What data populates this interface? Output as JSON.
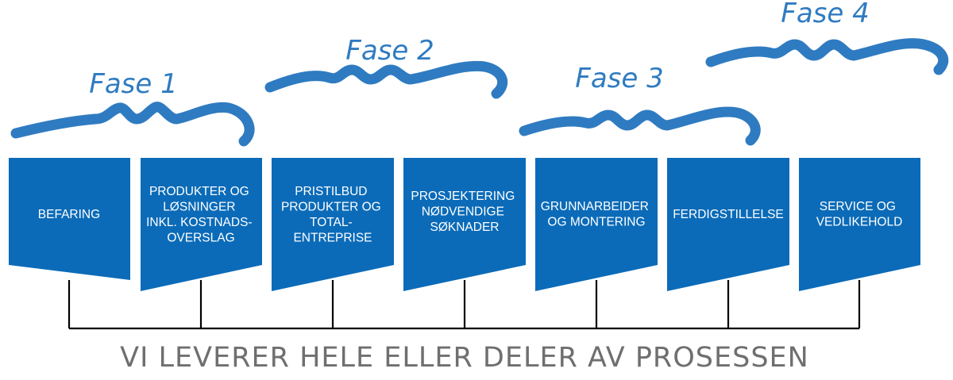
{
  "phases": [
    {
      "label": "Fase 1"
    },
    {
      "label": "Fase 2"
    },
    {
      "label": "Fase 3"
    },
    {
      "label": "Fase 4"
    }
  ],
  "steps": [
    {
      "lines": [
        "BEFARING"
      ]
    },
    {
      "lines": [
        "PRODUKTER OG",
        "LØSNINGER",
        "INKL. KOSTNADS-",
        "OVERSLAG"
      ]
    },
    {
      "lines": [
        "PRISTILBUD",
        "PRODUKTER OG",
        "TOTAL-",
        "ENTREPRISE"
      ]
    },
    {
      "lines": [
        "PROSJEKTERING",
        "NØDVENDIGE",
        "SØKNADER"
      ]
    },
    {
      "lines": [
        "GRUNNARBEIDER",
        "OG MONTERING"
      ]
    },
    {
      "lines": [
        "FERDIGSTILLELSE"
      ]
    },
    {
      "lines": [
        "SERVICE OG",
        "VEDLIKEHOLD"
      ]
    }
  ],
  "footer": {
    "text": "VI LEVERER HELE ELLER DELER AV PROSESSEN"
  },
  "colors": {
    "box": "#0b6bb8",
    "accent": "#2f7bc1",
    "line": "#000000",
    "footer_text": "#6f6f6f"
  }
}
